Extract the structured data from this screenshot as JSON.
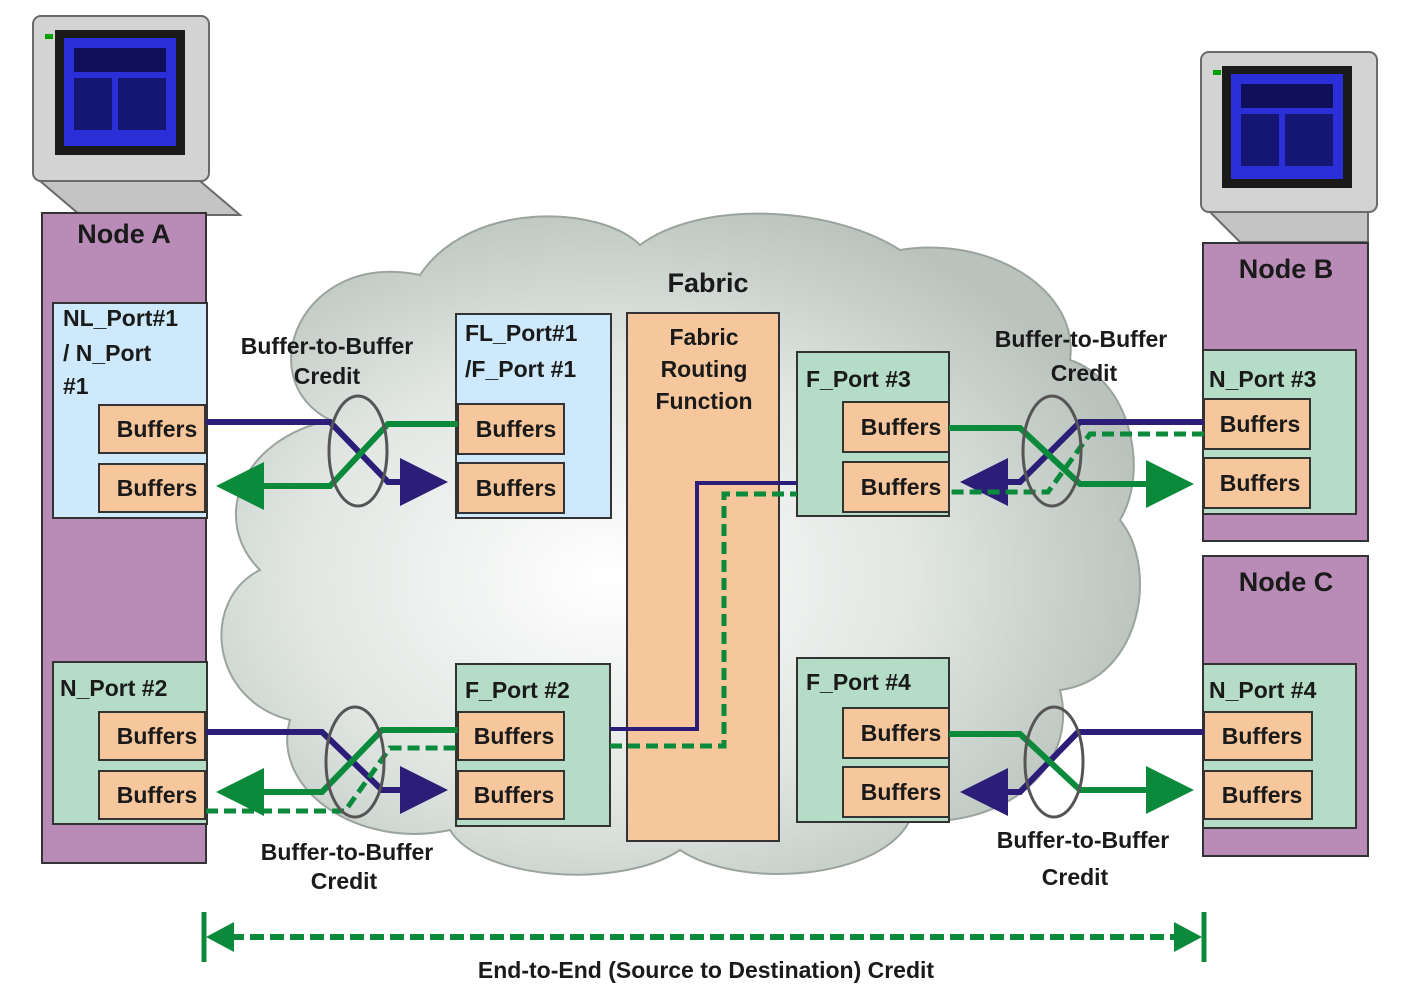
{
  "colors": {
    "node": "#b98cb8",
    "nl_port": "#cde9fb",
    "port": "#b4dcc6",
    "buffer": "#f6c79c",
    "routing": "#f6c79c",
    "cloud": "#c9d1cb",
    "credit_green": "#0b8a3c",
    "frame_navy": "#2b1d78",
    "monitor_screen": "#2b2fd8"
  },
  "icons": [
    "computer-icon",
    "computer-icon"
  ],
  "fabric": {
    "label": "Fabric",
    "routing_line1": "Fabric",
    "routing_line2": "Routing",
    "routing_line3": "Function"
  },
  "nodes": {
    "a": "Node A",
    "b": "Node B",
    "c": "Node C"
  },
  "ports": {
    "nl1_line1": "NL_Port#1",
    "nl1_line2": "/ N_Port",
    "nl1_line3": "#1",
    "n2": "N_Port #2",
    "fl1_line1": "FL_Port#1",
    "fl1_line2": "/F_Port #1",
    "f2": "F_Port #2",
    "f3": "F_Port #3",
    "f4": "F_Port #4",
    "n3": "N_Port #3",
    "n4": "N_Port #4"
  },
  "buffer_label": "Buffers",
  "credits": {
    "bb_line1": "Buffer-to-Buffer",
    "bb_line2": "Credit",
    "end_to_end": "End-to-End (Source to Destination) Credit"
  }
}
